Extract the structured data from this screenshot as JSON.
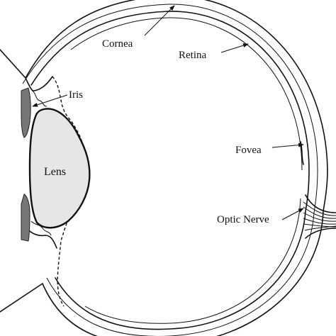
{
  "labels": {
    "cornea": "Cornea",
    "retina": "Retina",
    "iris": "Iris",
    "lens": "Lens",
    "fovea": "Fovea",
    "optic_nerve": "Optic Nerve"
  },
  "colors": {
    "outline": "#111111",
    "lens_fill": "#e6e6e6",
    "iris_fill": "#777777",
    "background": "#ffffff"
  }
}
